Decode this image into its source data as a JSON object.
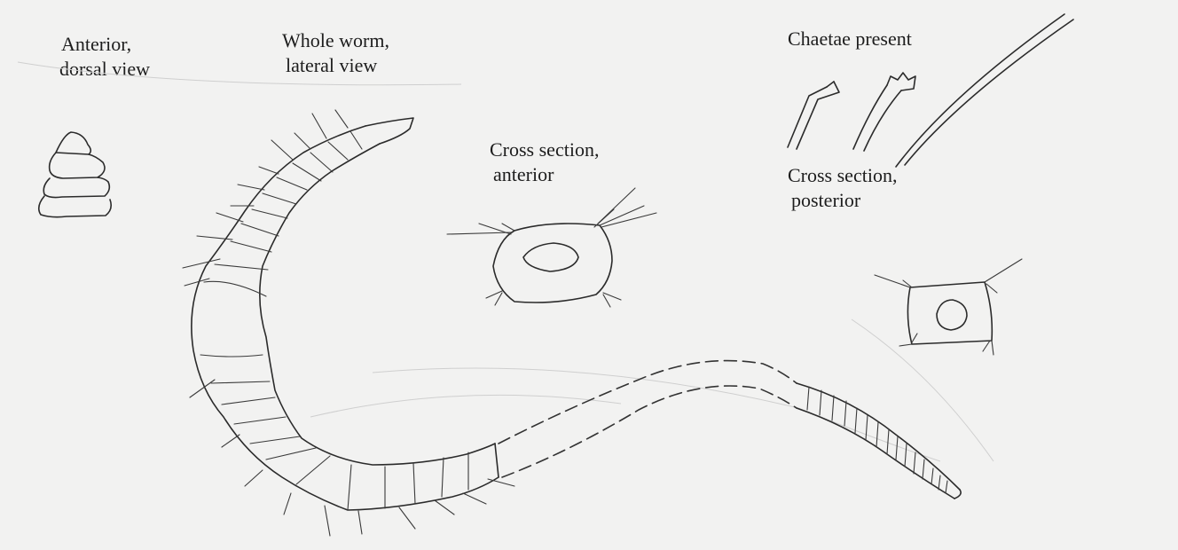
{
  "labels": {
    "anterior_dorsal_line1": "Anterior,",
    "anterior_dorsal_line2": "dorsal view",
    "whole_worm_line1": "Whole worm,",
    "whole_worm_line2": "lateral view",
    "cross_anterior_line1": "Cross section,",
    "cross_anterior_line2": "anterior",
    "chaetae": "Chaetae present",
    "cross_posterior_line1": "Cross section,",
    "cross_posterior_line2": "posterior"
  }
}
